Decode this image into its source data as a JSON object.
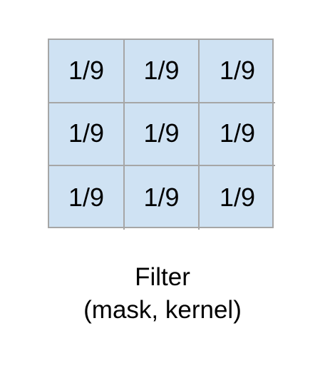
{
  "kernel": {
    "cells": [
      [
        "1/9",
        "1/9",
        "1/9"
      ],
      [
        "1/9",
        "1/9",
        "1/9"
      ],
      [
        "1/9",
        "1/9",
        "1/9"
      ]
    ],
    "cell_fill": "#cfe2f3",
    "border_color": "#a6a6a6"
  },
  "caption": {
    "line1": "Filter",
    "line2": "(mask, kernel)"
  }
}
